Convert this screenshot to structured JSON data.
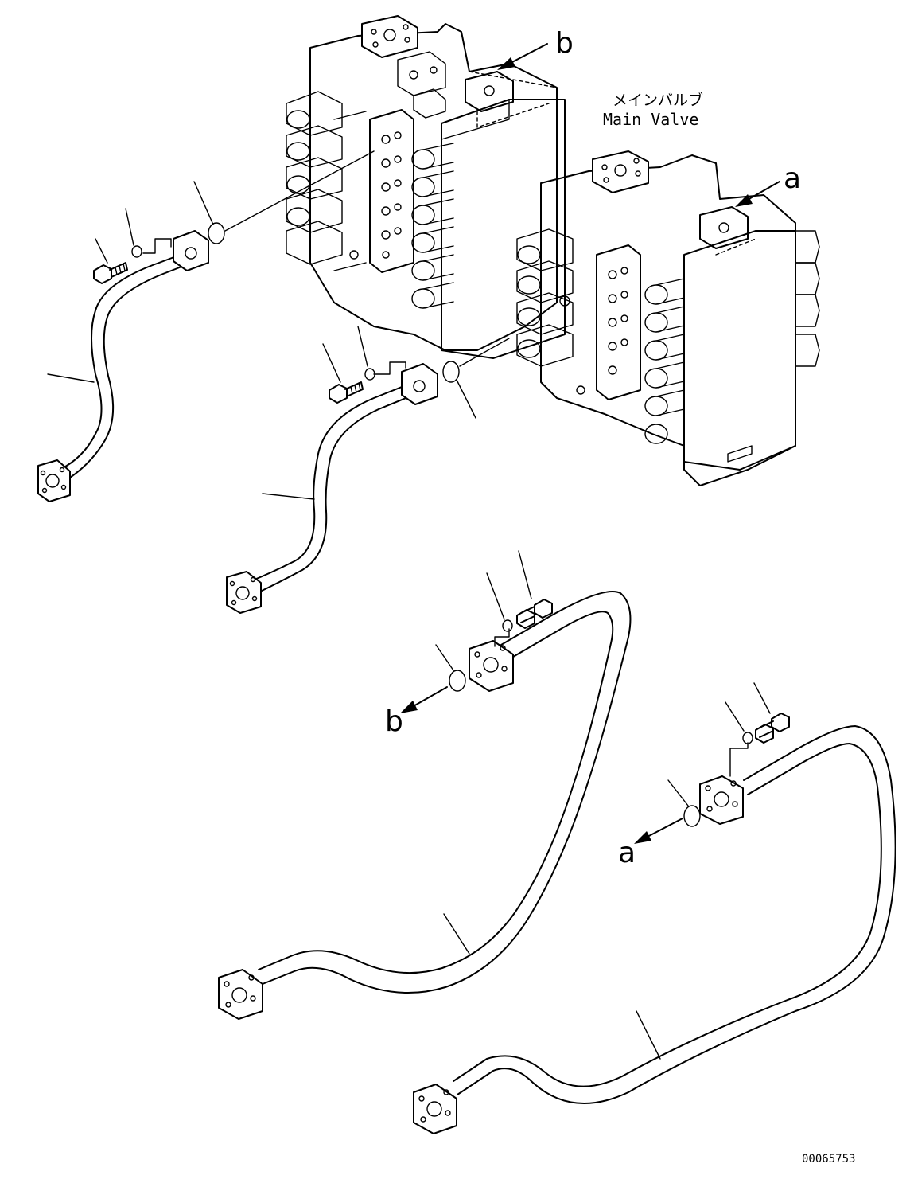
{
  "labels": {
    "main_valve_jp": "メインバルブ",
    "main_valve_en": "Main Valve",
    "ref_a_top": "a",
    "ref_b_top": "b",
    "ref_a_bottom": "a",
    "ref_b_bottom": "b",
    "drawing_number": "00065753"
  }
}
